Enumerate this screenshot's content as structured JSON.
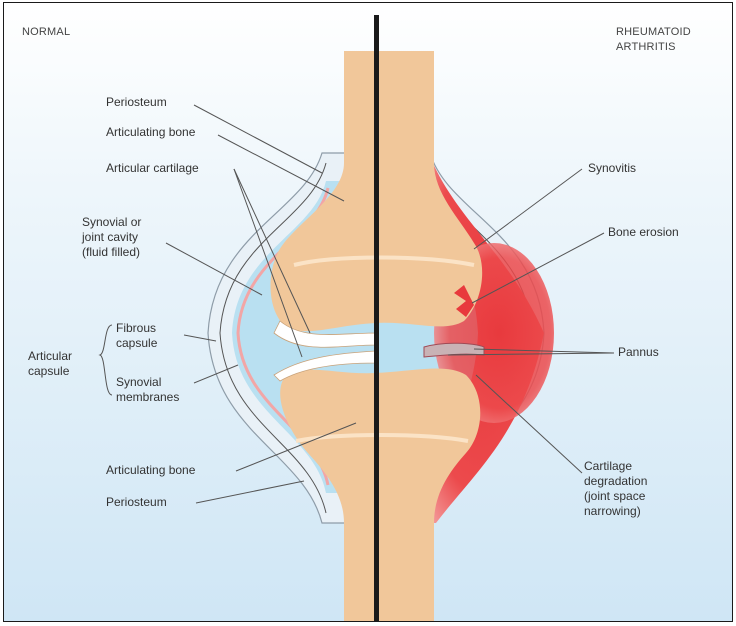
{
  "headings": {
    "normal": "NORMAL",
    "ra_line1": "RHEUMATOID",
    "ra_line2": "ARTHRITIS"
  },
  "labels": {
    "periosteum_top": "Periosteum",
    "articulating_bone_top": "Articulating bone",
    "articular_cartilage": "Articular cartilage",
    "synovial_cavity_l1": "Synovial or",
    "synovial_cavity_l2": "joint cavity",
    "synovial_cavity_l3": "(fluid filled)",
    "fibrous_l1": "Fibrous",
    "fibrous_l2": "capsule",
    "articular_capsule_l1": "Articular",
    "articular_capsule_l2": "capsule",
    "synovial_membranes_l1": "Synovial",
    "synovial_membranes_l2": "membranes",
    "articulating_bone_bottom": "Articulating bone",
    "periosteum_bottom": "Periosteum",
    "synovitis": "Synovitis",
    "bone_erosion": "Bone erosion",
    "pannus": "Pannus",
    "cartilage_l1": "Cartilage",
    "cartilage_l2": "degradation",
    "cartilage_l3": "(joint space",
    "cartilage_l4": "narrowing)"
  },
  "colors": {
    "bone": "#f1c79a",
    "bone_highlight": "#fbe3c6",
    "cartilage": "#ffffff",
    "synovial_fluid": "#b9e0f1",
    "capsule_lines": "#9aa8b3",
    "synovial_membrane": "#f2a6a6",
    "inflammation": "#e8393d",
    "divider": "#1a1a1a"
  }
}
